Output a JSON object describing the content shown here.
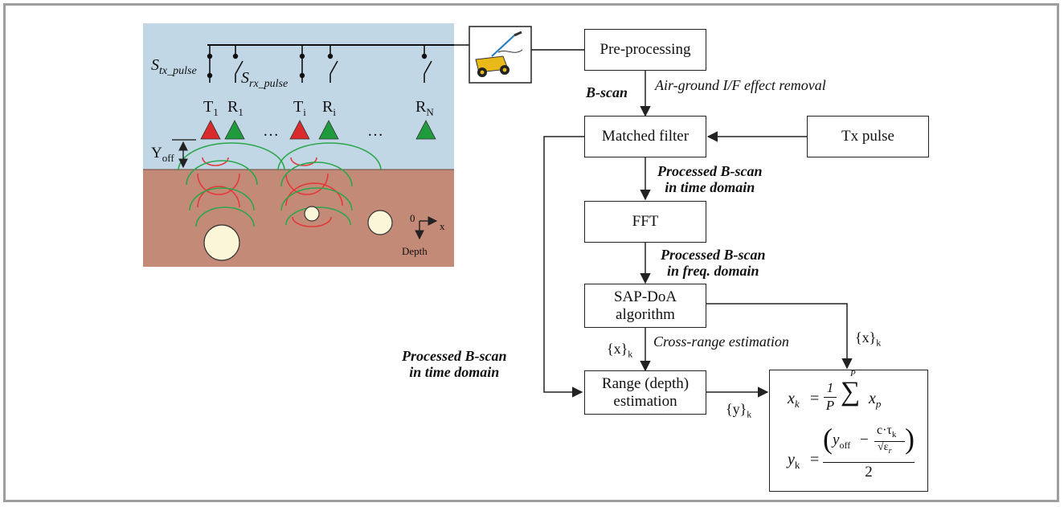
{
  "colors": {
    "sky": "#c2d7e6",
    "ground": "#c48a78",
    "transmitter": "#d92b2b",
    "receiver": "#1f9a3c",
    "wave_red": "#e23a3a",
    "wave_green": "#2ca64a",
    "object": "#fbf6d8"
  },
  "scene": {
    "s_tx": "S",
    "s_tx_sub": "tx_pulse",
    "s_rx": "S",
    "s_rx_sub": "rx_pulse",
    "elements": [
      {
        "main": "T",
        "sub": "1",
        "kind": "tx"
      },
      {
        "main": "R",
        "sub": "1",
        "kind": "rx"
      },
      {
        "main": "T",
        "sub": "i",
        "kind": "tx"
      },
      {
        "main": "R",
        "sub": "i",
        "kind": "rx"
      },
      {
        "main": "R",
        "sub": "N",
        "kind": "rx"
      }
    ],
    "ellipsis": "…",
    "yoff_main": "Y",
    "yoff_sub": "off",
    "axis_origin": "0",
    "axis_x": "x",
    "axis_depth": "Depth",
    "gpr_icon": "gpr-cart-icon"
  },
  "flow": {
    "preprocessing": "Pre-processing",
    "bscan": "B-scan",
    "air_ground": "Air-ground I/F effect removal",
    "matched_filter": "Matched filter",
    "tx_pulse": "Tx pulse",
    "processed_time_1": "Processed B-scan",
    "processed_time_2": "in time domain",
    "fft": "FFT",
    "processed_freq_1": "Processed B-scan",
    "processed_freq_2": "in freq. domain",
    "sap_1": "SAP-DoA",
    "sap_2": "algorithm",
    "x_k_left": "{x}",
    "x_k_left_sub": "k",
    "cross_range": "Cross-range estimation",
    "x_k_right": "{x}",
    "x_k_right_sub": "k",
    "side_processed_1": "Processed B-scan",
    "side_processed_2": "in time domain",
    "range_1": "Range (depth)",
    "range_2": "estimation",
    "y_k": "{y}",
    "y_k_sub": "k"
  },
  "formula": {
    "xk_lhs": "x",
    "xk_lhs_sub": "k",
    "eq": "=",
    "frac_num": "1",
    "frac_den": "P",
    "sum_sym": "∑",
    "sum_top": "P",
    "xp": "x",
    "xp_sub": "p",
    "yk_lhs": "y",
    "yk_lhs_sub": "k",
    "yoff": "y",
    "yoff_sub": "off",
    "minus": "−",
    "c_tau": "c·τ",
    "c_tau_sub": "k",
    "sqrt_eps": "√ε",
    "sqrt_eps_sub": "r",
    "den_two": "2"
  }
}
